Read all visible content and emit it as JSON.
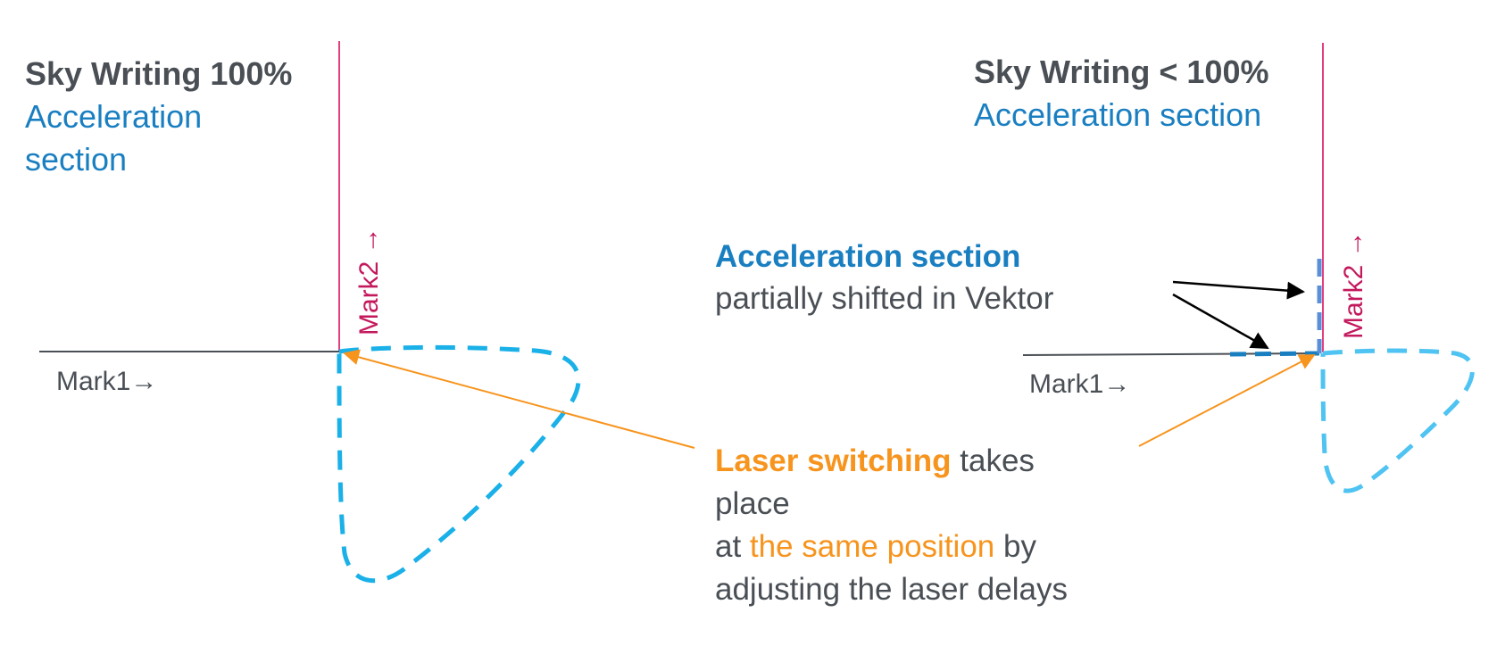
{
  "colors": {
    "text_dark": "#4a4f55",
    "accent_blue": "#1a7fc1",
    "accent_orange": "#f7941d",
    "mark2_magenta": "#c4185c",
    "vline_pink": "#e0407f",
    "path_cyan": "#1ab0e8",
    "path_light_cyan": "#4fc3f2",
    "arrow_black": "#000000"
  },
  "left": {
    "title": "Sky Writing 100%",
    "subtitle_line1": "Acceleration",
    "subtitle_line2": "section",
    "mark1": "Mark1→",
    "mark2": "Mark2 →"
  },
  "right": {
    "title": "Sky Writing < 100%",
    "subtitle": "Acceleration section",
    "mark1": "Mark1→",
    "mark2": "Mark2 →"
  },
  "accel_note": {
    "title": "Acceleration section",
    "text": "partially shifted in Vektor"
  },
  "laser_note": {
    "line1_highlight": "Laser switching",
    "line1_rest": " takes",
    "line2": "place",
    "line3_prefix": "at ",
    "line3_highlight": "the same position",
    "line3_suffix": " by",
    "line4": "adjusting the laser delays"
  }
}
